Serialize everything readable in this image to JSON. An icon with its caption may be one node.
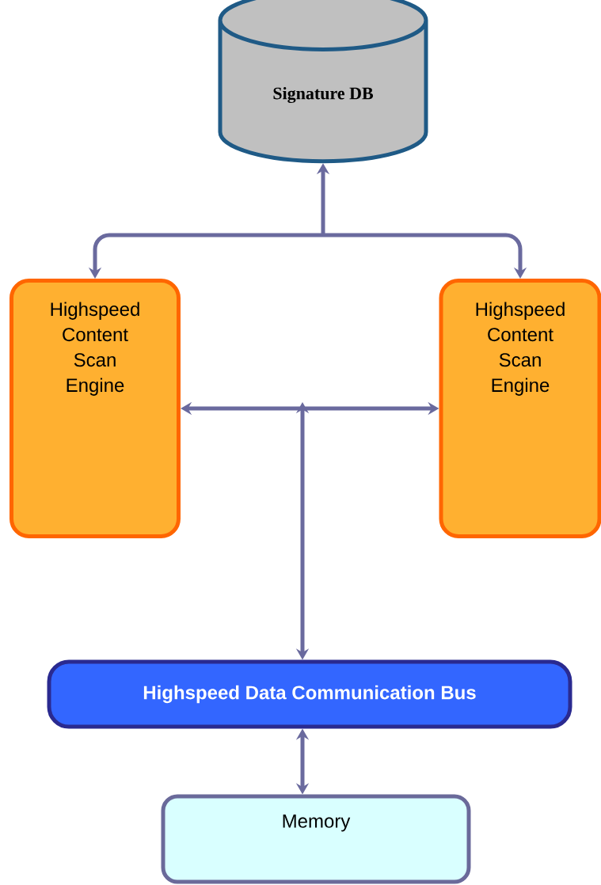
{
  "diagram": {
    "nodes": [
      {
        "text": [
          "Signature DB"
        ]
      },
      {
        "text": [
          "Highspeed Content Scan Engine"
        ]
      },
      {
        "text": [
          "Highspeed Content Scan Engine"
        ]
      },
      {
        "text": [
          "Highspeed Data Communication Bus"
        ]
      },
      {
        "text": [
          "Memory"
        ]
      }
    ],
    "edges": [
      {
        "from": 0,
        "to": 1,
        "arrow": "both"
      },
      {
        "from": 0,
        "to": 2,
        "arrow": "both"
      },
      {
        "from": 3,
        "to": 1,
        "arrow": "both"
      },
      {
        "from": 3,
        "to": 2,
        "arrow": "both"
      },
      {
        "from": 3,
        "to": 4,
        "arrow": "both"
      }
    ]
  }
}
